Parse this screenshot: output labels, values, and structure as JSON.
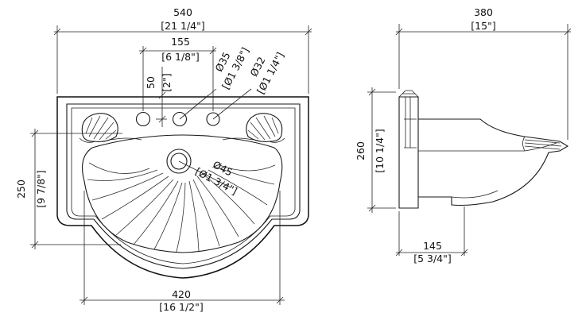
{
  "front_view": {
    "overall_width": {
      "mm": "540",
      "in": "[21 1/4\"]"
    },
    "tap_spacing": {
      "mm": "155",
      "in": "[6 1/8\"]"
    },
    "tap_rise": {
      "mm": "50",
      "in": "[2\"]"
    },
    "tap_hole_large": {
      "mm": "Ø35",
      "in": "[Ø1 3/8\"]"
    },
    "tap_hole_small": {
      "mm": "Ø32",
      "in": "[Ø1 1/4\"]"
    },
    "drain_hole": {
      "mm": "Ø45",
      "in": "[Ø1 3/4\"]"
    },
    "depth": {
      "mm": "250",
      "in": "[9 7/8\"]"
    },
    "bowl_width": {
      "mm": "420",
      "in": "[16 1/2\"]"
    }
  },
  "side_view": {
    "projection": {
      "mm": "380",
      "in": "[15\"]"
    },
    "height": {
      "mm": "260",
      "in": "[10 1/4\"]"
    },
    "wall_offset": {
      "mm": "145",
      "in": "[5 3/4\"]"
    }
  }
}
